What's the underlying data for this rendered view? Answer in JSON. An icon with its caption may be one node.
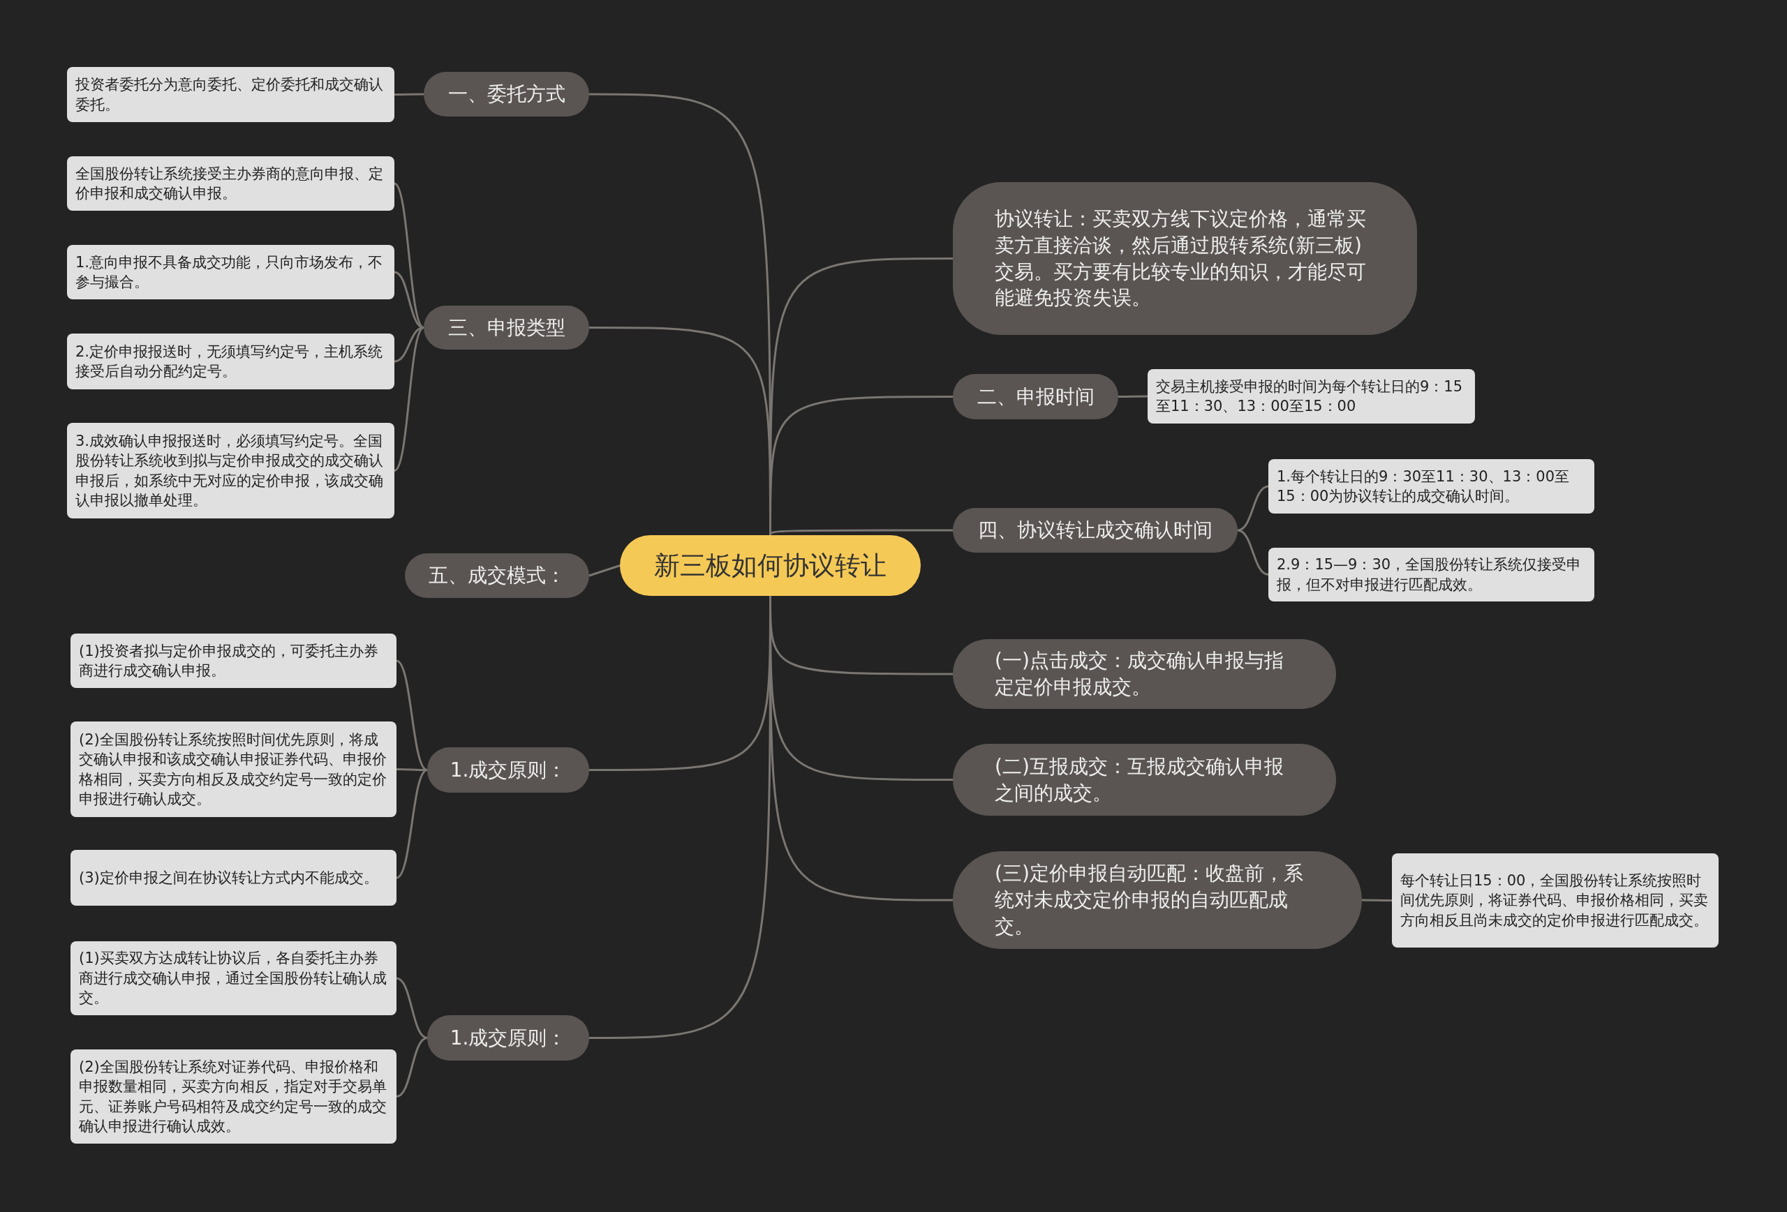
{
  "diagram": {
    "nodes": [
      {
        "text": [
          "新三板如何协议转让"
        ]
      },
      {
        "text": [
          "一、委托方式"
        ]
      },
      {
        "text": [
          "投资者委托分为意向委托、定价委托和成交确认委托。"
        ]
      },
      {
        "text": [
          "三、申报类型"
        ]
      },
      {
        "text": [
          "全国股份转让系统接受主办券商的意向申报、定价申报和成交确认申报。"
        ]
      },
      {
        "text": [
          "1.意向申报不具备成交功能，只向市场发布，不参与撮合。"
        ]
      },
      {
        "text": [
          "2.定价申报报送时，无须填写约定号，主机系统接受后自动分配约定号。"
        ]
      },
      {
        "text": [
          "3.成效确认申报报送时，必须填写约定号。全国股份转让系统收到拟与定价申报成交的成交确认申报后，如系统中无对应的定价申报，该成交确认申报以撤单处理。"
        ]
      },
      {
        "text": [
          "五、成交模式："
        ]
      },
      {
        "text": [
          "1.成交原则："
        ]
      },
      {
        "text": [
          "(1)投资者拟与定价申报成交的，可委托主办券商进行成交确认申报。"
        ]
      },
      {
        "text": [
          "(2)全国股份转让系统按照时间优先原则，将成交确认申报和该成交确认申报证券代码、申报价格相同，买卖方向相反及成交约定号一致的定价申报进行确认成交。"
        ]
      },
      {
        "text": [
          "(3)定价申报之间在协议转让方式内不能成交。"
        ]
      },
      {
        "text": [
          "1.成交原则："
        ]
      },
      {
        "text": [
          "(1)买卖双方达成转让协议后，各自委托主办券商进行成交确认申报，通过全国股份转让确认成交。"
        ]
      },
      {
        "text": [
          "(2)全国股份转让系统对证券代码、申报价格和申报数量相同，买卖方向相反，指定对手交易单元、证券账户号码相符及成交约定号一致的成交确认申报进行确认成效。"
        ]
      },
      {
        "text": [
          "协议转让：买卖双方线下议定价格，通常买卖方直接洽谈，然后通过股转系统(新三板)交易。买方要有比较专业的知识，才能尽可能避免投资失误。"
        ]
      },
      {
        "text": [
          "二、申报时间"
        ]
      },
      {
        "text": [
          "交易主机接受申报的时间为每个转让日的9：15至11：30、13：00至15：00"
        ]
      },
      {
        "text": [
          "四、协议转让成交确认时间"
        ]
      },
      {
        "text": [
          "1.每个转让日的9：30至11：30、13：00至15：00为协议转让的成交确认时间。"
        ]
      },
      {
        "text": [
          "2.9：15—9：30，全国股份转让系统仅接受申报，但不对申报进行匹配成效。"
        ]
      },
      {
        "text": [
          "(一)点击成交：成交确认申报与指定定价申报成交。"
        ]
      },
      {
        "text": [
          "(二)互报成交：互报成交确认申报之间的成交。"
        ]
      },
      {
        "text": [
          "(三)定价申报自动匹配：收盘前，系统对未成交定价申报的自动匹配成交。"
        ]
      },
      {
        "text": [
          "每个转让日15：00，全国股份转让系统按照时间优先原则，将证券代码、申报价格相同，买卖方向相反且尚未成交的定价申报进行匹配成交。"
        ]
      }
    ],
    "edges": [
      {
        "from": 0,
        "to": 1,
        "arrow": "none"
      },
      {
        "from": 1,
        "to": 2,
        "arrow": "none"
      },
      {
        "from": 0,
        "to": 3,
        "arrow": "none"
      },
      {
        "from": 3,
        "to": 4,
        "arrow": "none"
      },
      {
        "from": 3,
        "to": 5,
        "arrow": "none"
      },
      {
        "from": 3,
        "to": 6,
        "arrow": "none"
      },
      {
        "from": 3,
        "to": 7,
        "arrow": "none"
      },
      {
        "from": 0,
        "to": 8,
        "arrow": "none"
      },
      {
        "from": 0,
        "to": 9,
        "arrow": "none"
      },
      {
        "from": 9,
        "to": 10,
        "arrow": "none"
      },
      {
        "from": 9,
        "to": 11,
        "arrow": "none"
      },
      {
        "from": 9,
        "to": 12,
        "arrow": "none"
      },
      {
        "from": 0,
        "to": 13,
        "arrow": "none"
      },
      {
        "from": 13,
        "to": 14,
        "arrow": "none"
      },
      {
        "from": 13,
        "to": 15,
        "arrow": "none"
      },
      {
        "from": 0,
        "to": 16,
        "arrow": "none"
      },
      {
        "from": 0,
        "to": 17,
        "arrow": "none"
      },
      {
        "from": 17,
        "to": 18,
        "arrow": "none"
      },
      {
        "from": 0,
        "to": 19,
        "arrow": "none"
      },
      {
        "from": 19,
        "to": 20,
        "arrow": "none"
      },
      {
        "from": 19,
        "to": 21,
        "arrow": "none"
      },
      {
        "from": 0,
        "to": 22,
        "arrow": "none"
      },
      {
        "from": 0,
        "to": 23,
        "arrow": "none"
      },
      {
        "from": 0,
        "to": 24,
        "arrow": "none"
      },
      {
        "from": 24,
        "to": 25,
        "arrow": "none"
      }
    ]
  }
}
